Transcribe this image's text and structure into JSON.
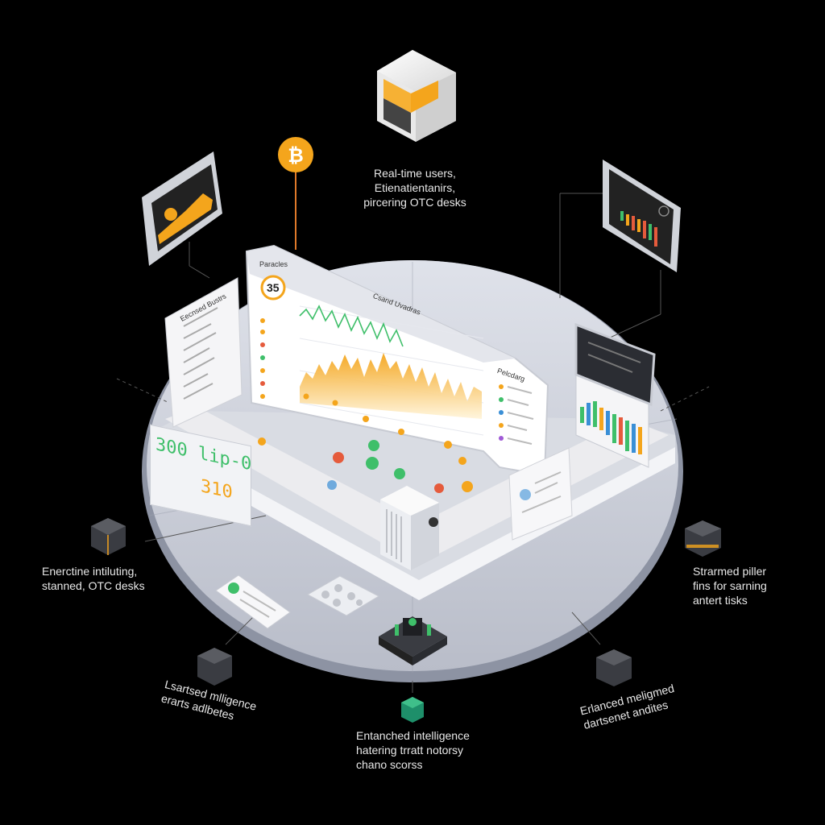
{
  "labels": {
    "top_right": [
      "Real-time users,",
      "Etienatientanirs,",
      "pircering OTC desks"
    ],
    "left_middle": [
      "Enerctine intiluting,",
      "stanned, OTC desks"
    ],
    "right_middle": [
      "Strarmed piller",
      "fins for sarning",
      "antert tisks"
    ],
    "bottom_left": [
      "Lsartsed mlligence",
      "erarts adlbetes"
    ],
    "bottom_center": [
      "Entanched intelligence",
      "hatering trratt notorsy",
      "chano scorss"
    ],
    "bottom_right": [
      "Erlanced meligmed",
      "dartsenet andites"
    ]
  },
  "dashboard": {
    "panel_title": "Csand Uvadras",
    "corner_title": "Paracles",
    "gauge_value": "35",
    "side_panel_title": "Eecnsed Bustrs",
    "right_panel_title": "Pelcdarg"
  },
  "counters": {
    "line1": "300 lip-0",
    "line2": "310"
  },
  "icons": {
    "bitcoin": "bitcoin-icon",
    "top_cube": "stacked-card-cube-icon",
    "chip": "circuit-chip-icon",
    "server": "server-stack-icon"
  },
  "colors": {
    "accent_orange": "#f4a51c",
    "accent_green": "#3fbf6a",
    "platform": "#cfd3dc",
    "background": "#000000"
  }
}
